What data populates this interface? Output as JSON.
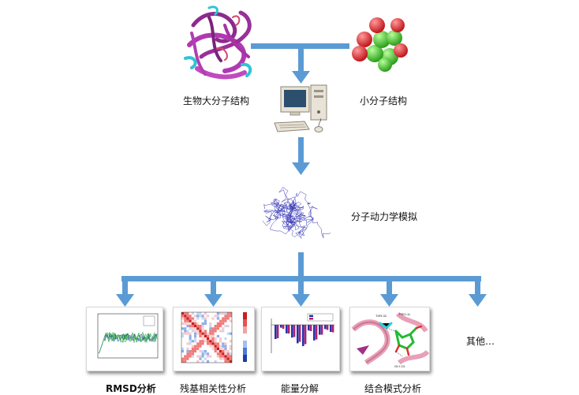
{
  "colors": {
    "arrow": "#5b9bd5"
  },
  "inputs": [
    {
      "label": "生物大分子结构",
      "icon": "protein-ribbon-icon"
    },
    {
      "label": "小分子结构",
      "icon": "molecule-ball-icon"
    }
  ],
  "center": {
    "computer_icon": "desktop-computer-icon",
    "simulation_label": "分子动力学模拟",
    "simulation_icon": "wireframe-structure-icon"
  },
  "analyses": [
    {
      "label": "RMSD分析"
    },
    {
      "label": "残基相关性分析"
    },
    {
      "label": "能量分解"
    },
    {
      "label": "结合模式分析"
    },
    {
      "label": "其他…"
    }
  ]
}
